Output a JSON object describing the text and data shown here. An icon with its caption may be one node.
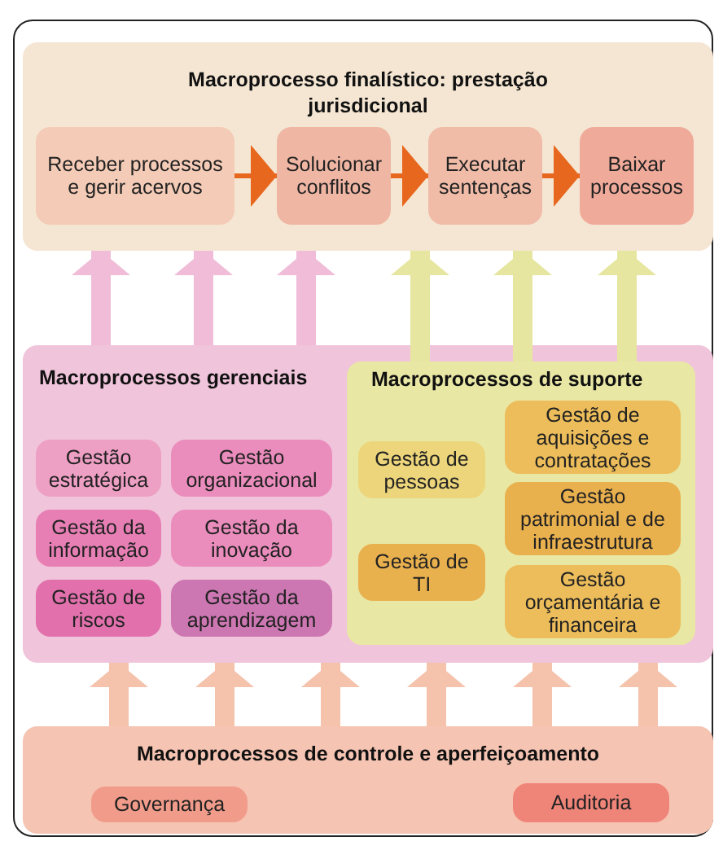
{
  "diagram": {
    "nodes": [
      {
        "text": [
          "Macroprocesso finalístico: prestação jurisdicional"
        ]
      },
      {
        "text": [
          "Receber processos e gerir acervos"
        ],
        "in": 0
      },
      {
        "text": [
          "Solucionar conflitos"
        ],
        "in": 0
      },
      {
        "text": [
          "Executar sentenças"
        ],
        "in": 0
      },
      {
        "text": [
          "Baixar processos"
        ],
        "in": 0
      },
      {
        "text": [
          "Macroprocessos gerenciais"
        ]
      },
      {
        "text": [
          "Gestão estratégica"
        ],
        "in": 5
      },
      {
        "text": [
          "Gestão organizacional"
        ],
        "in": 5
      },
      {
        "text": [
          "Gestão da informação"
        ],
        "in": 5
      },
      {
        "text": [
          "Gestão da inovação"
        ],
        "in": 5
      },
      {
        "text": [
          "Gestão de riscos"
        ],
        "in": 5
      },
      {
        "text": [
          "Gestão da aprendizagem"
        ],
        "in": 5
      },
      {
        "text": [
          "Macroprocessos de suporte"
        ],
        "in": 5
      },
      {
        "text": [
          "Gestão de pessoas"
        ],
        "in": 12
      },
      {
        "text": [
          "Gestão de TI"
        ],
        "in": 12
      },
      {
        "text": [
          "Gestão de aquisições e contratações"
        ],
        "in": 12
      },
      {
        "text": [
          "Gestão patrimonial e de infraestrutura"
        ],
        "in": 12
      },
      {
        "text": [
          "Gestão orçamentária e financeira"
        ],
        "in": 12
      },
      {
        "text": [
          "Macroprocessos de controle e aperfeiçoamento"
        ]
      },
      {
        "text": [
          "Governança"
        ],
        "in": 18
      },
      {
        "text": [
          "Auditoria"
        ],
        "in": 18
      }
    ],
    "edges": [
      {
        "from": 1,
        "to": 2,
        "arrow": "to",
        "color": "#e8671e"
      },
      {
        "from": 2,
        "to": 3,
        "arrow": "to",
        "color": "#e8671e"
      },
      {
        "from": 3,
        "to": 4,
        "arrow": "to",
        "color": "#e8671e"
      },
      {
        "from": 5,
        "to": 0,
        "arrow": "to",
        "color": "#f0bcd8"
      },
      {
        "from": 5,
        "to": 0,
        "arrow": "to",
        "color": "#f0bcd8"
      },
      {
        "from": 5,
        "to": 0,
        "arrow": "to",
        "color": "#f0bcd8"
      },
      {
        "from": 12,
        "to": 0,
        "arrow": "to",
        "color": "#e6e6a0"
      },
      {
        "from": 12,
        "to": 0,
        "arrow": "to",
        "color": "#e6e6a0"
      },
      {
        "from": 12,
        "to": 0,
        "arrow": "to",
        "color": "#e6e6a0"
      },
      {
        "from": 18,
        "to": 5,
        "arrow": "to",
        "color": "#f5c2ac"
      },
      {
        "from": 18,
        "to": 5,
        "arrow": "to",
        "color": "#f5c2ac"
      },
      {
        "from": 18,
        "to": 5,
        "arrow": "to",
        "color": "#f5c2ac"
      },
      {
        "from": 18,
        "to": 5,
        "arrow": "to",
        "color": "#f5c2ac"
      },
      {
        "from": 18,
        "to": 5,
        "arrow": "to",
        "color": "#f5c2ac"
      },
      {
        "from": 18,
        "to": 5,
        "arrow": "to",
        "color": "#f5c2ac"
      }
    ]
  }
}
